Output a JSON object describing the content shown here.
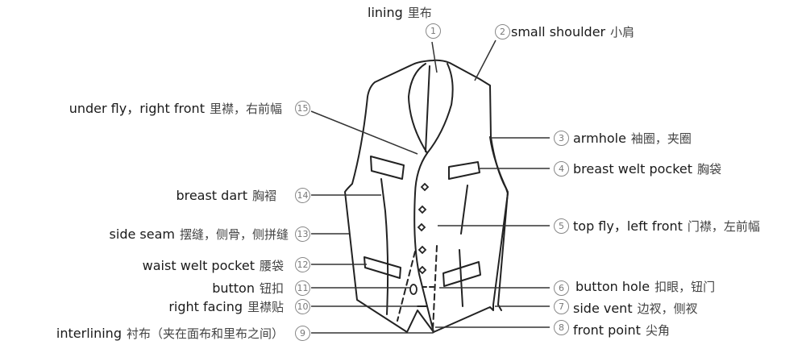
{
  "diagram": {
    "subject": "Vest (waistcoat) garment parts",
    "labels": [
      {
        "n": "1",
        "marker": "①",
        "en": "lining",
        "zh": "里布"
      },
      {
        "n": "2",
        "marker": "②",
        "en": "small shoulder",
        "zh": "小肩"
      },
      {
        "n": "3",
        "marker": "③",
        "en": "armhole",
        "zh": "袖圈，夹圈"
      },
      {
        "n": "4",
        "marker": "④",
        "en": "breast welt pocket",
        "zh": "胸袋"
      },
      {
        "n": "5",
        "marker": "⑤",
        "en": "top fly，left front",
        "zh": "门襟，左前幅"
      },
      {
        "n": "6",
        "marker": "⑥",
        "en": "button hole",
        "zh": "扣眼，钮门"
      },
      {
        "n": "7",
        "marker": "⑦",
        "en": "side vent",
        "zh": "边衩，侧衩"
      },
      {
        "n": "8",
        "marker": "⑧",
        "en": "front point",
        "zh": "尖角"
      },
      {
        "n": "9",
        "marker": "⑨",
        "en": "interlining",
        "zh": "衬布（夹在面布和里布之间）"
      },
      {
        "n": "10",
        "marker": "⑩",
        "en": "right facing",
        "zh": "里襟贴"
      },
      {
        "n": "11",
        "marker": "⑪",
        "en": "button",
        "zh": "钮扣"
      },
      {
        "n": "12",
        "marker": "⑫",
        "en": "waist welt pocket",
        "zh": "腰袋"
      },
      {
        "n": "13",
        "marker": "⑬",
        "en": "side seam",
        "zh": "摆缝，侧骨，侧拼缝"
      },
      {
        "n": "14",
        "marker": "⑭",
        "en": "breast dart",
        "zh": "胸褶"
      },
      {
        "n": "15",
        "marker": "⑮",
        "en": "under fly，right front",
        "zh": "里襟，右前幅"
      }
    ],
    "colors": {
      "line": "#222222",
      "marker": "#888888",
      "text": "#1a1a1a",
      "zh_text": "#444444"
    }
  }
}
